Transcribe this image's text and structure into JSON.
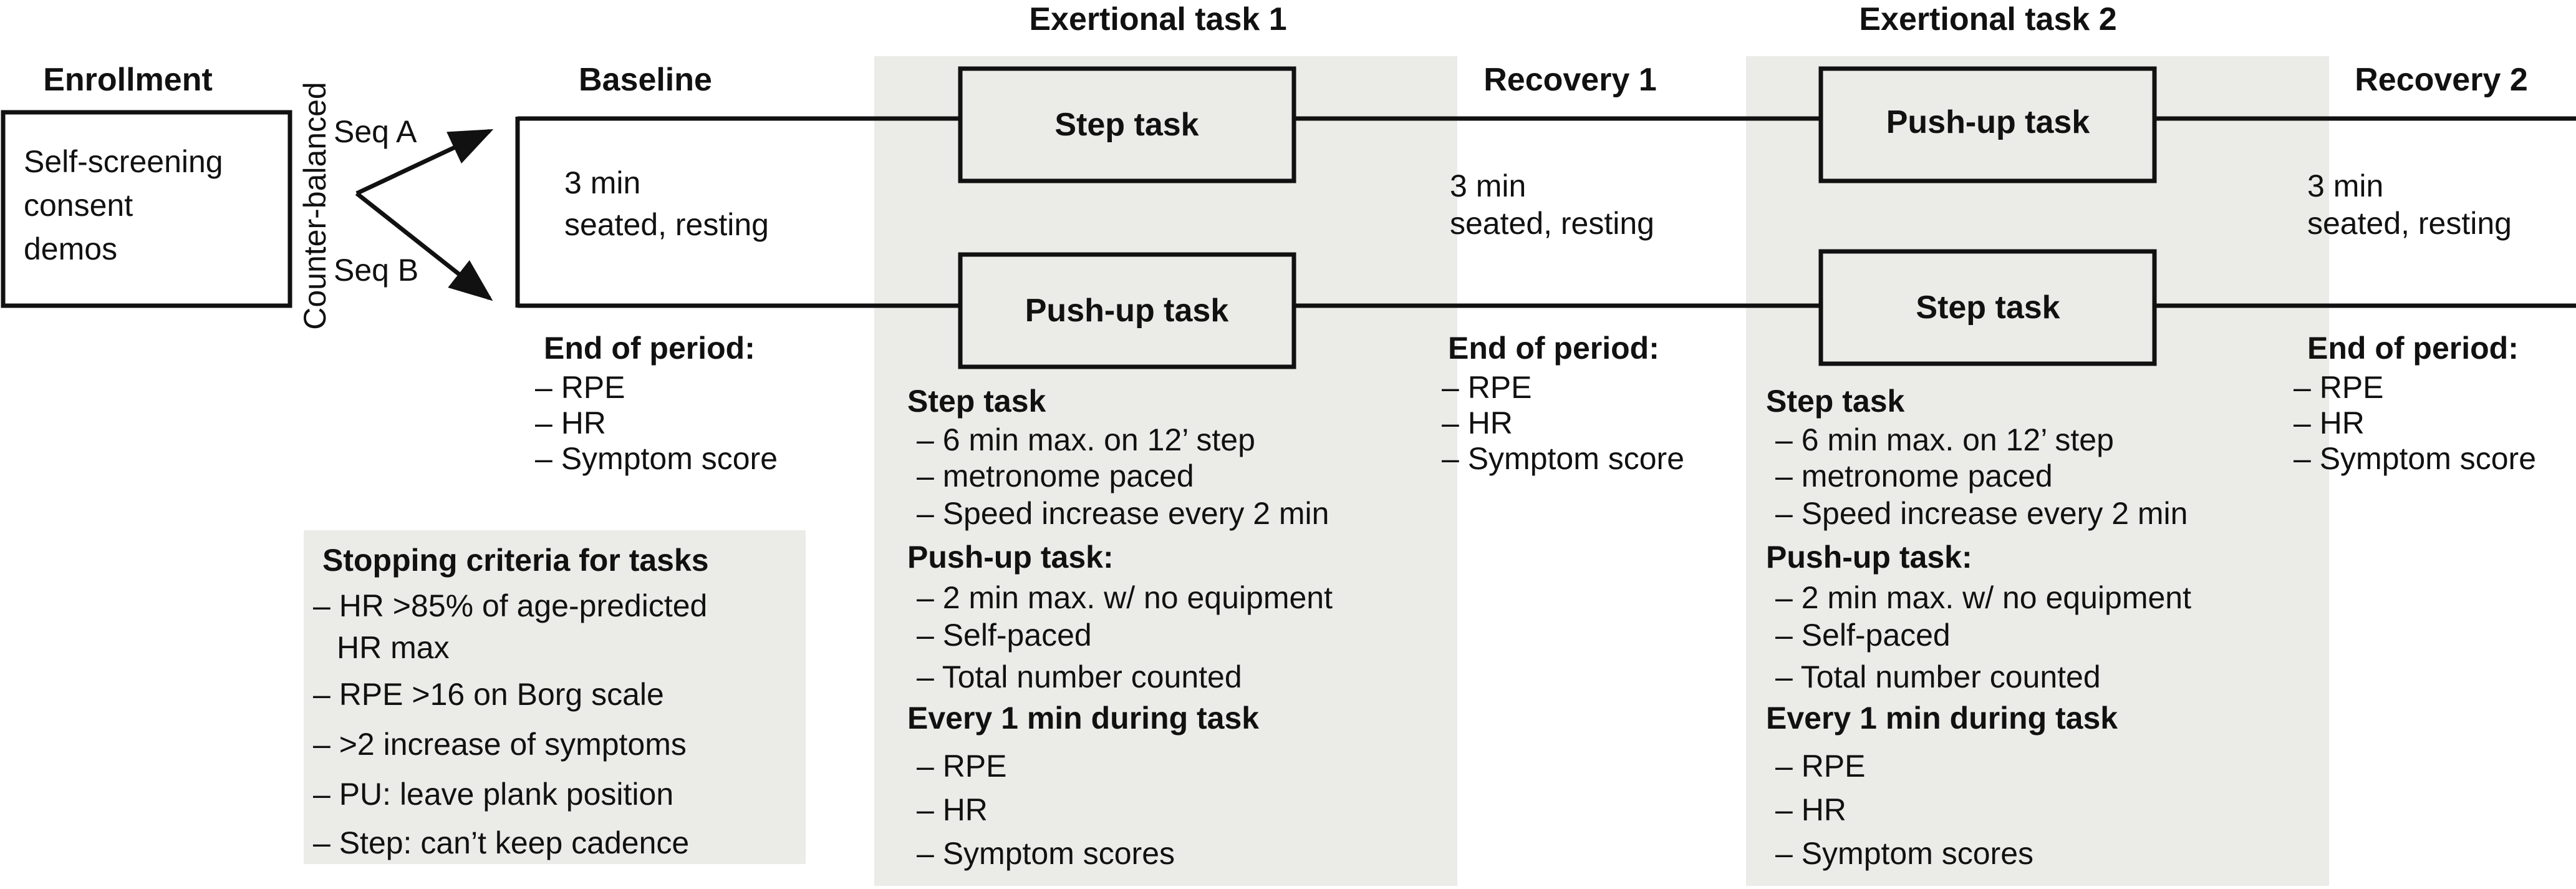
{
  "colors": {
    "ink": "#111111",
    "panel": "#ebece8",
    "background": "#ffffff"
  },
  "enrollment": {
    "heading": "Enrollment",
    "lines": [
      "Self-screening",
      "consent",
      "demos"
    ]
  },
  "randomization": {
    "label": "Counter-balanced",
    "seq_a": "Seq A",
    "seq_b": "Seq B"
  },
  "baseline": {
    "heading": "Baseline",
    "lines": [
      "3 min",
      "seated, resting"
    ],
    "end_title": "End of period:",
    "end_items": [
      "– RPE",
      "– HR",
      "– Symptom score"
    ]
  },
  "exertional_1": {
    "heading": "Exertional task 1",
    "box_a": "Step task",
    "box_b": "Push-up task"
  },
  "recovery_1": {
    "heading": "Recovery 1",
    "lines": [
      "3 min",
      "seated, resting"
    ],
    "end_title": "End of period:",
    "end_items": [
      "– RPE",
      "– HR",
      "– Symptom score"
    ]
  },
  "exertional_2": {
    "heading": "Exertional task 2",
    "box_a": "Push-up task",
    "box_b": "Step task"
  },
  "recovery_2": {
    "heading": "Recovery 2",
    "lines": [
      "3 min",
      "seated, resting"
    ],
    "end_title": "End of period:",
    "end_items": [
      "– RPE",
      "– HR",
      "– Symptom score"
    ]
  },
  "task_details": {
    "step_title": "Step task",
    "step_items": [
      "– 6 min max. on 12’ step",
      "– metronome paced",
      "– Speed increase every 2 min"
    ],
    "pushup_title": "Push-up task:",
    "pushup_items": [
      "– 2 min max. w/ no equipment",
      "– Self-paced",
      "– Total number counted"
    ],
    "every_title": "Every 1 min during task",
    "every_items": [
      "– RPE",
      "– HR",
      "– Symptom scores"
    ]
  },
  "stopping": {
    "title": "Stopping criteria for tasks",
    "items": [
      "– HR >85% of age-predicted",
      "HR max",
      "– RPE >16 on Borg scale",
      "– >2 increase of symptoms",
      "– PU: leave plank position",
      "– Step: can’t keep cadence"
    ]
  }
}
